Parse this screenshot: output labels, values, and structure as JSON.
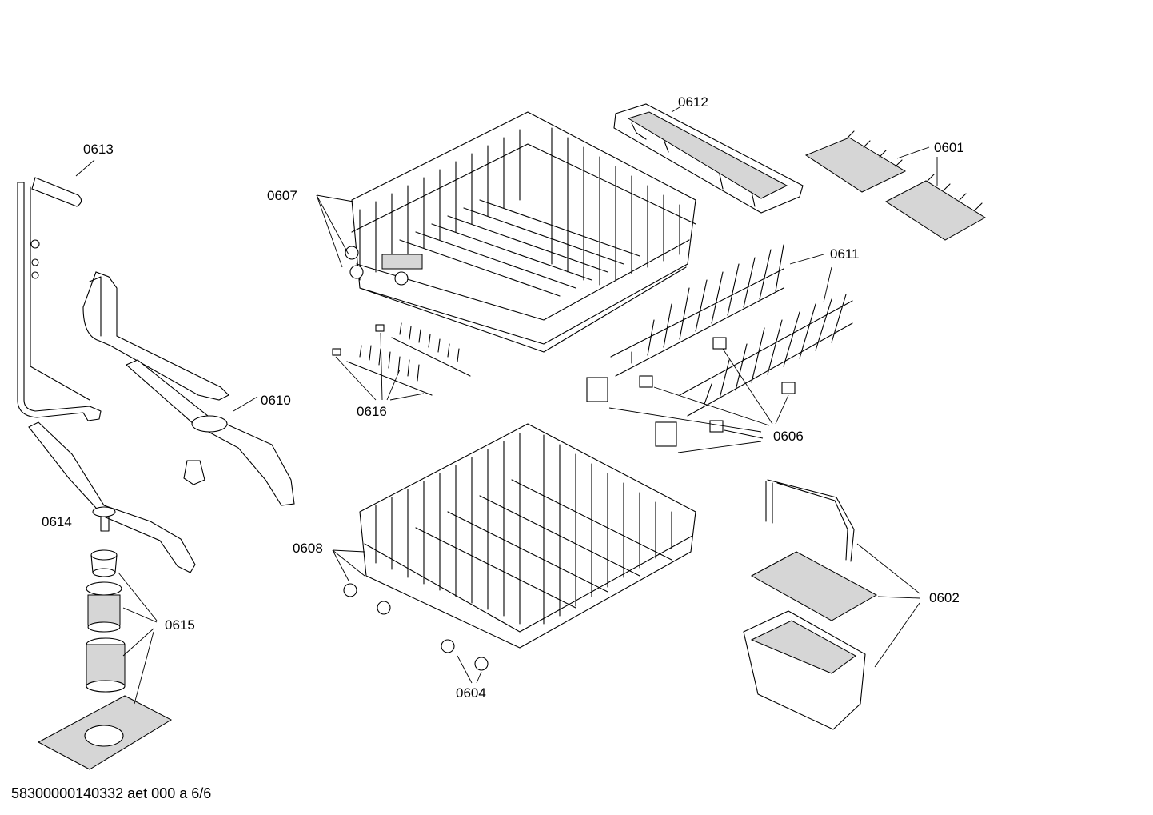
{
  "labels": {
    "p0601": "0601",
    "p0602": "0602",
    "p0604": "0604",
    "p0606": "0606",
    "p0607": "0607",
    "p0608": "0608",
    "p0610": "0610",
    "p0611": "0611",
    "p0612": "0612",
    "p0613": "0613",
    "p0614": "0614",
    "p0615": "0615",
    "p0616": "0616"
  },
  "footer": {
    "document_code": "58300000140332 aet 000 a 6/6"
  }
}
